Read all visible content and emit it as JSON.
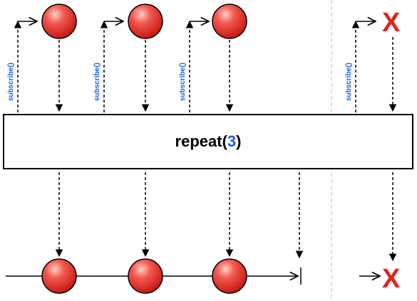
{
  "operator": {
    "name": "repeat",
    "open_paren": "(",
    "argument": "3",
    "close_paren": ")"
  },
  "subscribe_label": "subscribe()",
  "error_symbol": "X",
  "colors": {
    "marble_fill": "#e8201c",
    "marble_highlight": "#ffd0c8",
    "error_color": "#e5231b",
    "argument_color": "#1e5eea",
    "label_color": "#1e5eea",
    "separator_color": "#bbbbbb",
    "line_color": "#000000"
  }
}
